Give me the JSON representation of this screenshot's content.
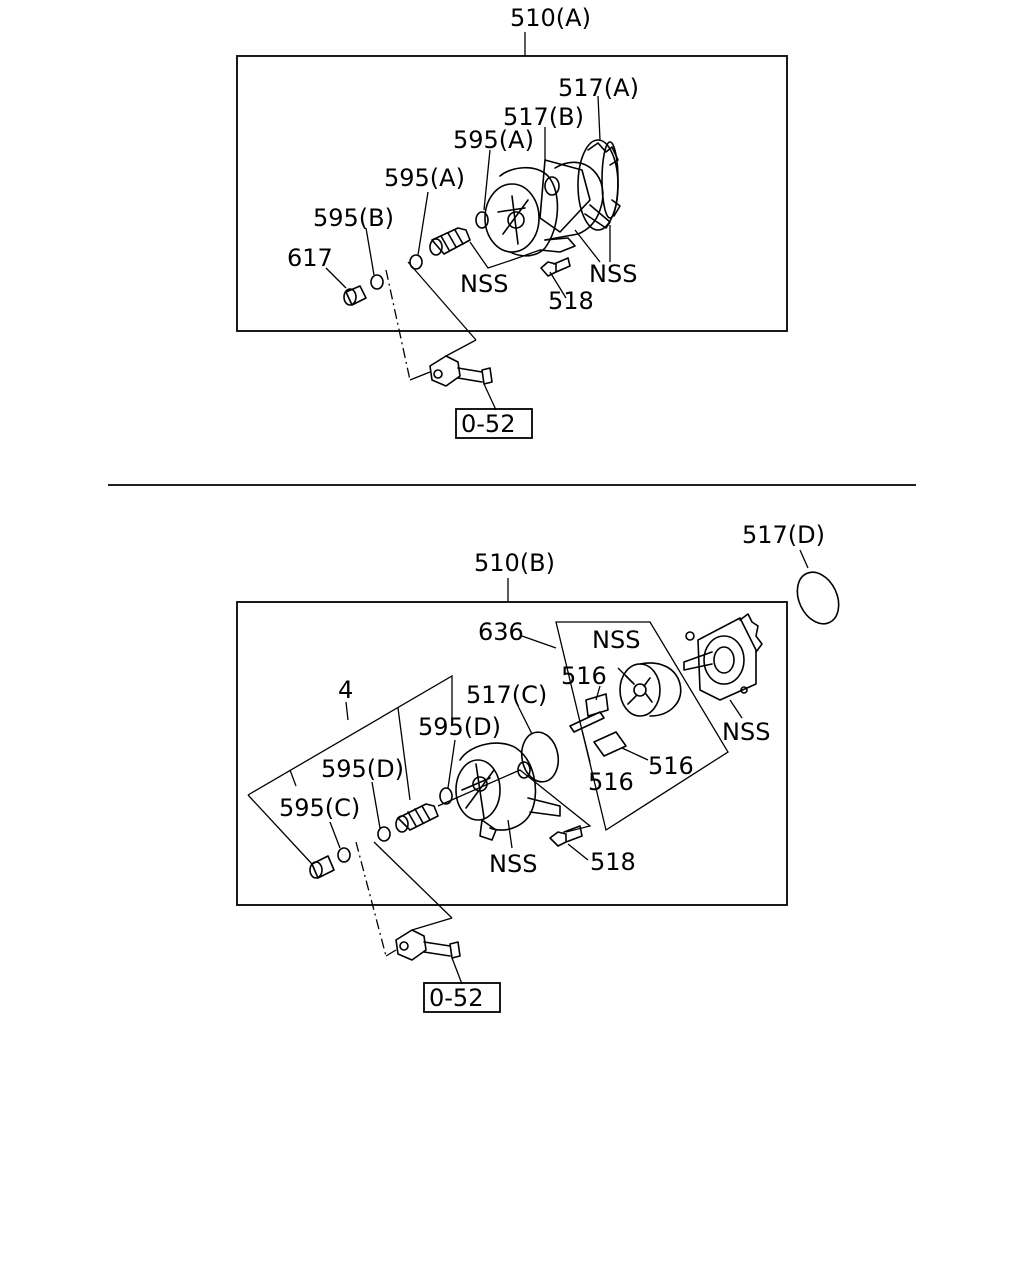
{
  "upper_group": {
    "assembly_label": "510(A)",
    "labels": {
      "p517a": "517(A)",
      "p517b": "517(B)",
      "p595a_upper": "595(A)",
      "p595a_lower": "595(A)",
      "p595b": "595(B)",
      "p617": "617",
      "nss_left": "NSS",
      "nss_right": "NSS",
      "p518": "518"
    },
    "ref_box": "0-52"
  },
  "lower_group": {
    "assembly_label": "510(B)",
    "labels": {
      "p517d": "517(D)",
      "p636": "636",
      "nss_top": "NSS",
      "p516_top": "516",
      "p516_right": "516",
      "p516_bottom": "516",
      "nss_right": "NSS",
      "p4": "4",
      "p517c": "517(C)",
      "p595d_upper": "595(D)",
      "p595d_lower": "595(D)",
      "p595c": "595(C)",
      "nss_bottom": "NSS",
      "p518": "518"
    },
    "ref_box": "0-52"
  }
}
